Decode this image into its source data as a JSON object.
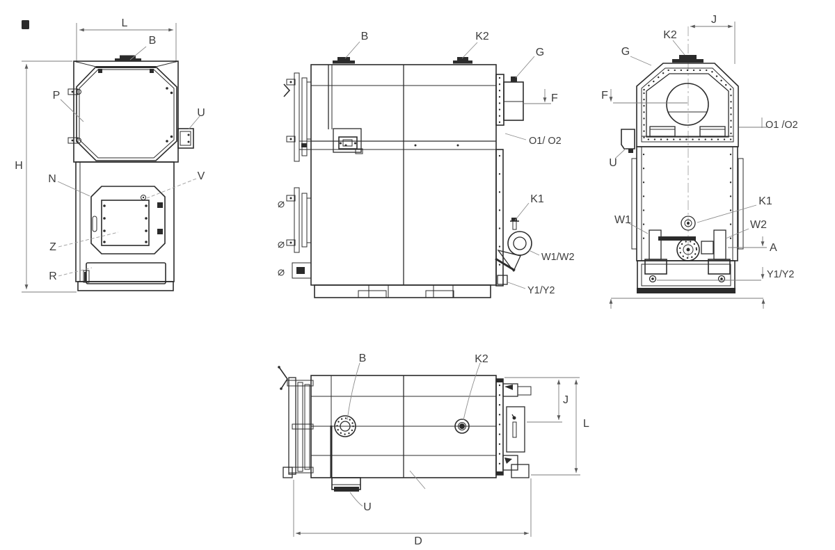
{
  "colors": {
    "line": "#2b2b2b",
    "dimension": "#7a7a7a",
    "leader": "#8c8c8c",
    "text": "#3d3d3d",
    "background": "#ffffff"
  },
  "views": {
    "front": {
      "labels": {
        "L": "L",
        "B": "B",
        "H": "H",
        "P": "P",
        "U": "U",
        "N": "N",
        "V": "V",
        "Z": "Z",
        "R": "R"
      }
    },
    "side": {
      "labels": {
        "B": "B",
        "K2": "K2",
        "G": "G",
        "F": "F",
        "O1O2": "O1/ O2",
        "K1": "K1",
        "W1W2": "W1/W2",
        "Y1Y2": "Y1/Y2"
      }
    },
    "rear": {
      "labels": {
        "J": "J",
        "K2": "K2",
        "G": "G",
        "F": "F",
        "O1O2": "O1 /O2",
        "U": "U",
        "W1": "W1",
        "K1": "K1",
        "W2": "W2",
        "A": "A",
        "Y1Y2": "Y1/Y2"
      }
    },
    "top": {
      "labels": {
        "B": "B",
        "K2": "K2",
        "J": "J",
        "L": "L",
        "U": "U",
        "D": "D"
      }
    }
  }
}
